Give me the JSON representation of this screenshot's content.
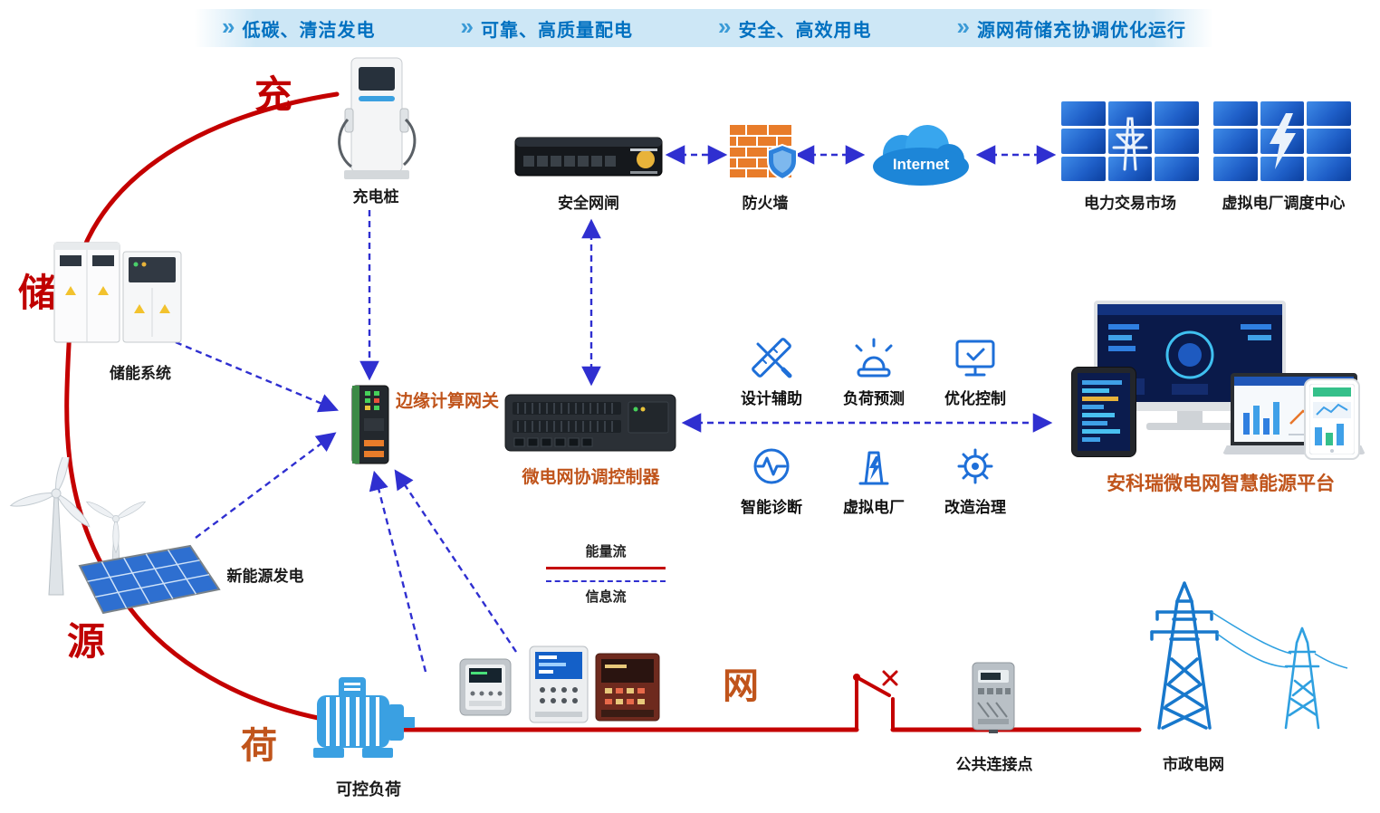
{
  "banner": {
    "chevron": "»",
    "items": [
      {
        "label": "低碳、清洁发电"
      },
      {
        "label": "可靠、高质量配电"
      },
      {
        "label": "安全、高效用电"
      },
      {
        "label": "源网荷储充协调优化运行"
      }
    ]
  },
  "zones": {
    "charge": {
      "label": "充"
    },
    "storage": {
      "label": "储"
    },
    "source": {
      "label": "源"
    },
    "load": {
      "label": "荷"
    },
    "grid": {
      "label": "网"
    }
  },
  "nodes": {
    "charging_pile": {
      "label": "充电桩"
    },
    "security_gateway": {
      "label": "安全网闸"
    },
    "firewall": {
      "label": "防火墙"
    },
    "internet": {
      "label": "Internet"
    },
    "power_trading_market": {
      "label": "电力交易市场"
    },
    "vpp_dispatch_center": {
      "label": "虚拟电厂调度中心"
    },
    "storage_system": {
      "label": "储能系统"
    },
    "edge_gateway": {
      "label": "边缘计算网关"
    },
    "microgrid_controller": {
      "label": "微电网协调控制器"
    },
    "renewable_generation": {
      "label": "新能源发电"
    },
    "controllable_load": {
      "label": "可控负荷"
    },
    "pcc": {
      "label": "公共连接点"
    },
    "municipal_grid": {
      "label": "市政电网"
    },
    "platform": {
      "label": "安科瑞微电网智慧能源平台"
    }
  },
  "features": [
    {
      "label": "设计辅助",
      "icon": "design-assist-icon"
    },
    {
      "label": "负荷预测",
      "icon": "load-forecast-icon"
    },
    {
      "label": "优化控制",
      "icon": "optimize-control-icon"
    },
    {
      "label": "智能诊断",
      "icon": "smart-diagnosis-icon"
    },
    {
      "label": "虚拟电厂",
      "icon": "virtual-power-plant-icon"
    },
    {
      "label": "改造治理",
      "icon": "retrofit-governance-icon"
    }
  ],
  "legend": {
    "energy_flow": "能量流",
    "info_flow": "信息流"
  },
  "colors": {
    "banner_bg": "#cde7f6",
    "banner_text": "#0070c0",
    "zone_red": "#c00000",
    "zone_orange": "#c0541b",
    "orange_label": "#c0541b",
    "energy_flow_red": "#c40000",
    "info_flow_blue": "#2f2fd0",
    "feature_icon_blue": "#1e6fd8",
    "panel_blue": "#1f5fc8",
    "internet_cloud_blue": "#2496e0",
    "firewall_orange": "#e87c2a",
    "tower_blue": "#1878cc",
    "motor_blue": "#3aa0e2"
  }
}
